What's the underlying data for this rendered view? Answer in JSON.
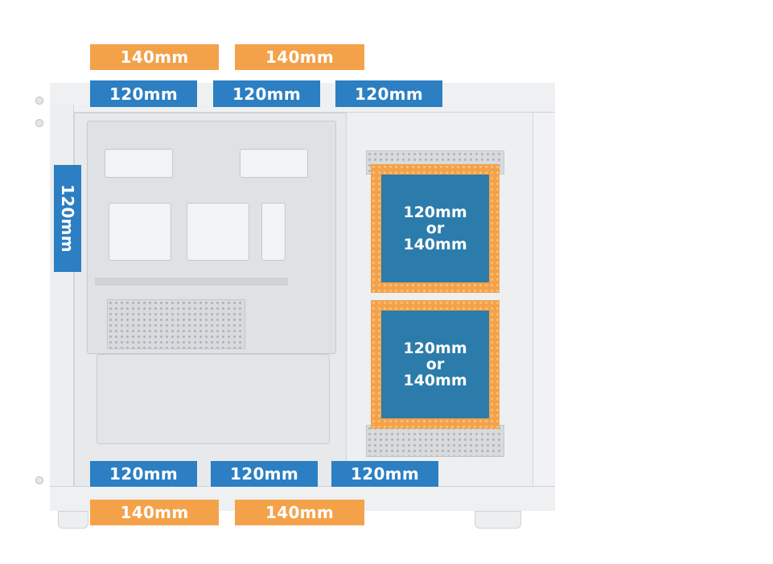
{
  "colors": {
    "orange_label": "#f4a24a",
    "blue_label": "#2b7fc2",
    "fan_fill": "#2b7cab",
    "case_body": "#f3f4f5"
  },
  "top": {
    "row_140": [
      "140mm",
      "140mm"
    ],
    "row_120": [
      "120mm",
      "120mm",
      "120mm"
    ]
  },
  "bottom": {
    "row_120": [
      "120mm",
      "120mm",
      "120mm"
    ],
    "row_140": [
      "140mm",
      "140mm"
    ]
  },
  "rear": {
    "label": "120mm"
  },
  "side_fans": [
    {
      "line1": "120mm",
      "line2": "or",
      "line3": "140mm"
    },
    {
      "line1": "120mm",
      "line2": "or",
      "line3": "140mm"
    }
  ]
}
